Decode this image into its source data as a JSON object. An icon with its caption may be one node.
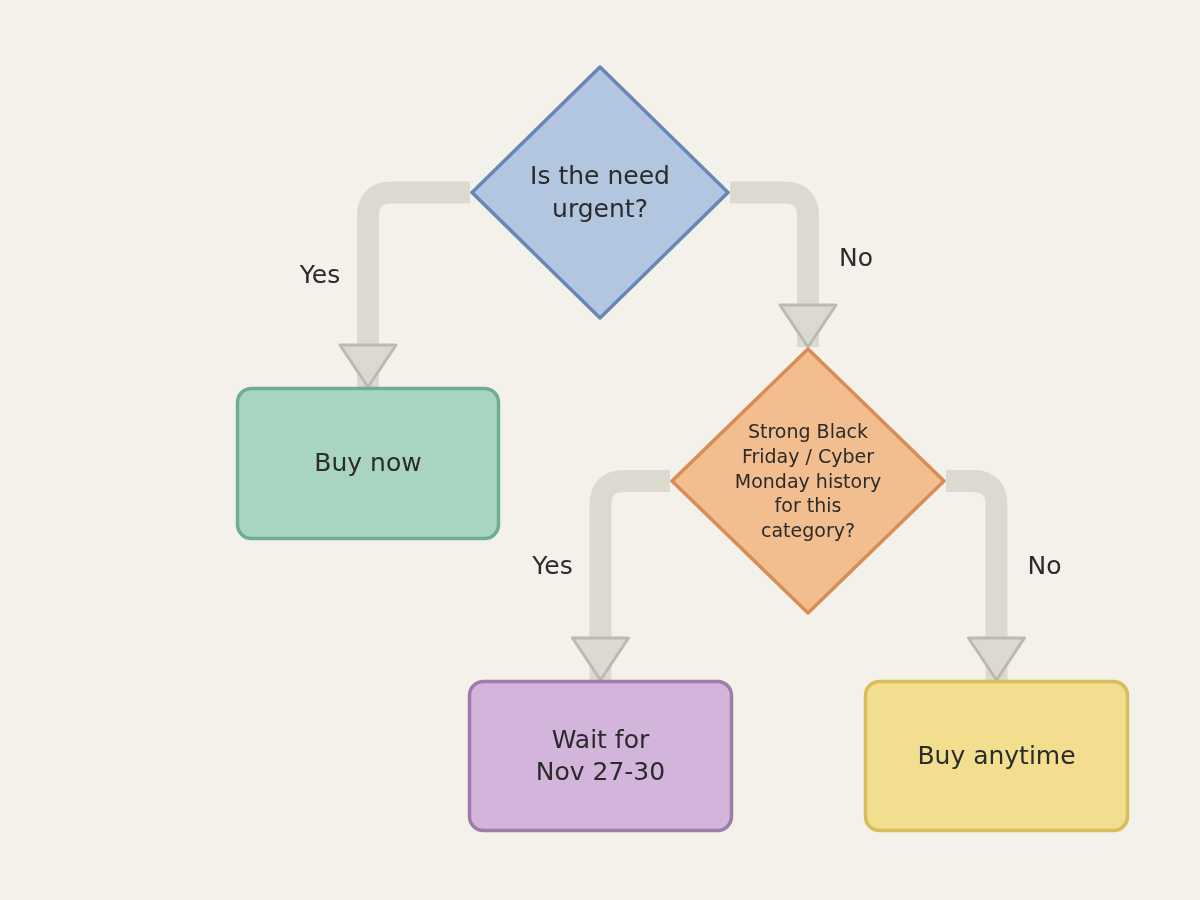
{
  "diagram": {
    "nodes": [
      {
        "text": [
          "Is the need urgent?"
        ]
      },
      {
        "text": [
          "Buy now"
        ]
      },
      {
        "text": [
          "Strong Black Friday / Cyber Monday history for this category?"
        ]
      },
      {
        "text": [
          "Wait for Nov 27-30"
        ]
      },
      {
        "text": [
          "Buy anytime"
        ]
      }
    ],
    "edges": [
      {
        "from": 0,
        "to": 1,
        "arrow": "to",
        "label": "Yes"
      },
      {
        "from": 0,
        "to": 2,
        "arrow": "to",
        "label": "No"
      },
      {
        "from": 2,
        "to": 3,
        "arrow": "to",
        "label": "Yes"
      },
      {
        "from": 2,
        "to": 4,
        "arrow": "to",
        "label": "No"
      }
    ]
  }
}
